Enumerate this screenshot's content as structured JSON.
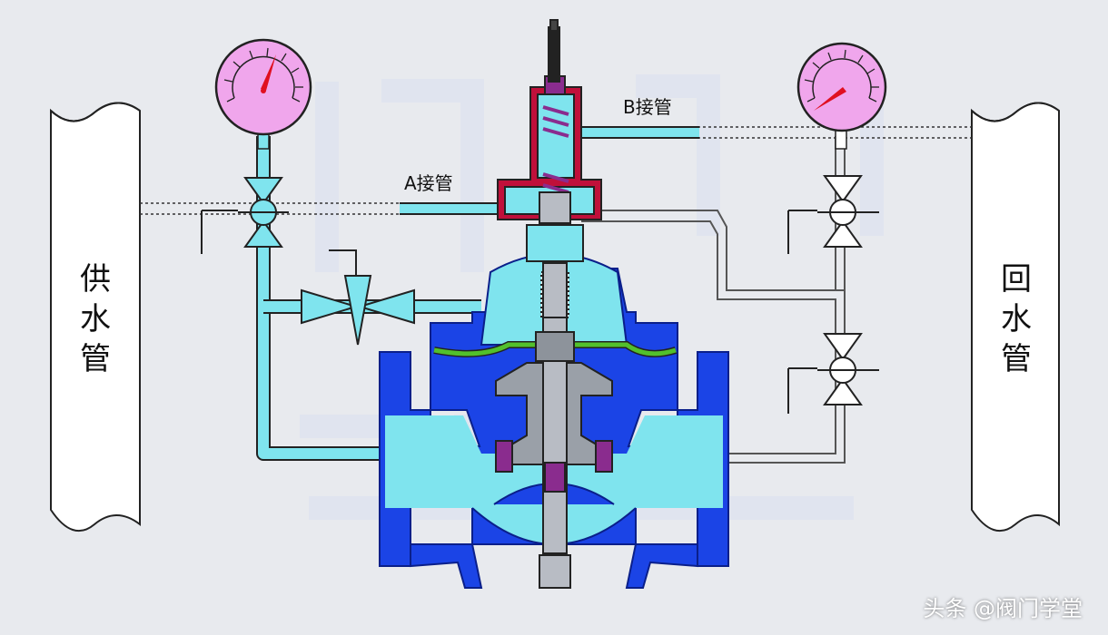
{
  "labels": {
    "supply_pipe": [
      "供",
      "水",
      "管"
    ],
    "return_pipe": [
      "回",
      "水",
      "管"
    ],
    "pipe_a": "A接管",
    "pipe_b": "B接管"
  },
  "watermark": "头条 @阀门学堂",
  "colors": {
    "background": "#e8eaee",
    "valve_body": "#1b44e6",
    "water": "#7fe4ee",
    "pilot_red": "#c0103a",
    "gauge_face": "#f0a6ec",
    "diaphragm": "#52c02c"
  }
}
